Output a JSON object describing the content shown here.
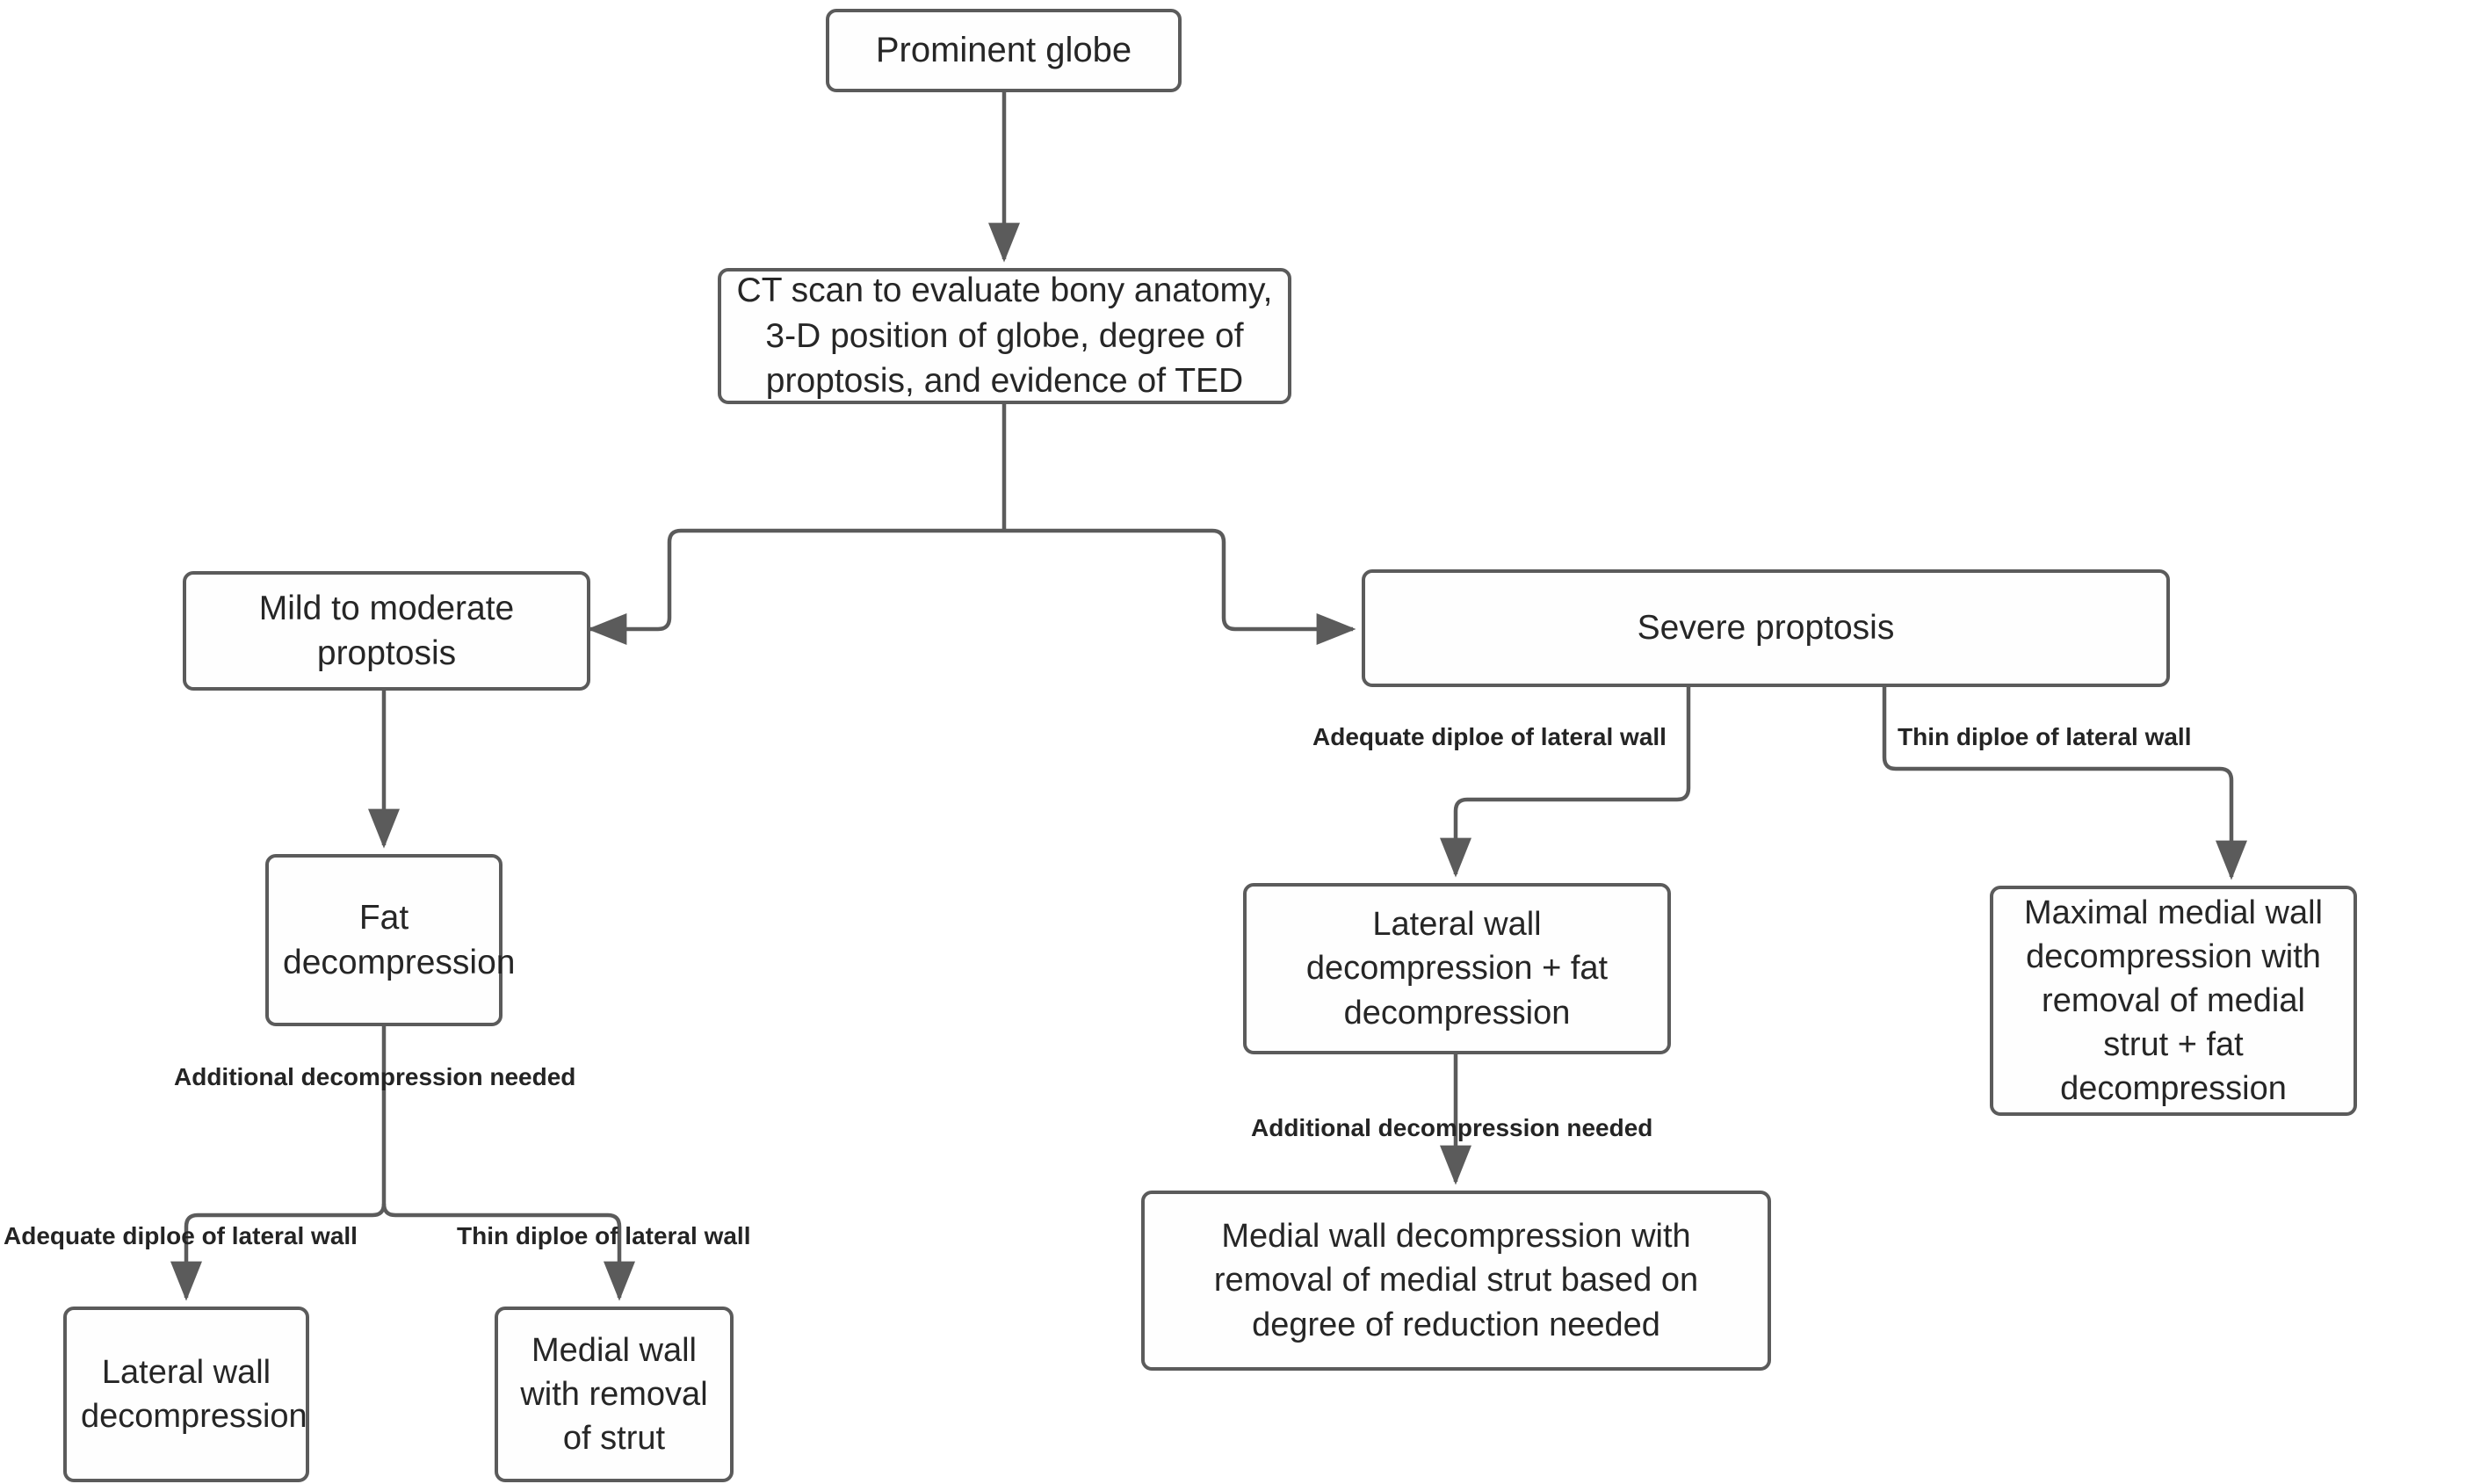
{
  "diagram": {
    "title": "Prominent globe decompression algorithm",
    "style": {
      "node_border_color": "#5b5b5b",
      "node_fill_color": "#fefefe",
      "node_text_color": "#262626",
      "edge_color": "#5b5b5b",
      "label_text_color": "#242424",
      "background_color": "#ffffff"
    },
    "nodes": [
      {
        "id": "prominent-globe",
        "label": "Prominent globe"
      },
      {
        "id": "ct-scan",
        "label": "CT scan to evaluate bony anatomy, 3-D position of globe, degree of proptosis, and evidence of TED"
      },
      {
        "id": "mild-moderate-proptosis",
        "label": "Mild to moderate proptosis"
      },
      {
        "id": "severe-proptosis",
        "label": "Severe proptosis"
      },
      {
        "id": "fat-decompression",
        "label": "Fat decompression"
      },
      {
        "id": "lateral-wall-fat-decompression",
        "label": "Lateral wall decompression + fat decompression"
      },
      {
        "id": "maximal-medial-wall",
        "label": "Maximal medial wall decompression with removal of medial strut  + fat decompression"
      },
      {
        "id": "medial-wall-degree-reduction",
        "label": "Medial wall decompression with removal of medial strut based on degree of reduction needed"
      },
      {
        "id": "lateral-wall-decompression",
        "label": "Lateral wall decompression"
      },
      {
        "id": "medial-wall-removal-strut",
        "label": "Medial wall with removal of strut"
      }
    ],
    "edge_labels": [
      {
        "id": "severe-adequate-diploe",
        "text": "Adequate diploe of lateral wall"
      },
      {
        "id": "severe-thin-diploe",
        "text": "Thin diploe of lateral wall"
      },
      {
        "id": "fat-additional-decompression",
        "text": "Additional decompression needed"
      },
      {
        "id": "lateral-fat-additional-decompression",
        "text": "Additional decompression needed"
      },
      {
        "id": "fat-adequate-diploe",
        "text": "Adequate diploe of lateral wall"
      },
      {
        "id": "fat-thin-diploe",
        "text": "Thin diploe of lateral wall"
      }
    ],
    "edges": [
      {
        "from": "prominent-globe",
        "to": "ct-scan",
        "label": ""
      },
      {
        "from": "ct-scan",
        "to": "mild-moderate-proptosis",
        "label": ""
      },
      {
        "from": "ct-scan",
        "to": "severe-proptosis",
        "label": ""
      },
      {
        "from": "mild-moderate-proptosis",
        "to": "fat-decompression",
        "label": ""
      },
      {
        "from": "fat-decompression",
        "to": "lateral-wall-decompression",
        "label": "Additional decompression needed / Adequate diploe of lateral wall"
      },
      {
        "from": "fat-decompression",
        "to": "medial-wall-removal-strut",
        "label": "Additional decompression needed / Thin diploe of lateral wall"
      },
      {
        "from": "severe-proptosis",
        "to": "lateral-wall-fat-decompression",
        "label": "Adequate diploe of lateral wall"
      },
      {
        "from": "severe-proptosis",
        "to": "maximal-medial-wall",
        "label": "Thin diploe of lateral wall"
      },
      {
        "from": "lateral-wall-fat-decompression",
        "to": "medial-wall-degree-reduction",
        "label": "Additional decompression needed"
      }
    ]
  }
}
